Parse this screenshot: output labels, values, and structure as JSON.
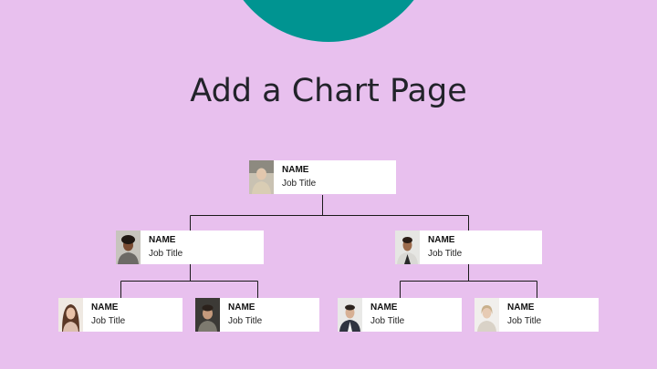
{
  "slide": {
    "title": "Add a Chart Page",
    "accent_color": "#009491",
    "background_color": "#e8c0ee"
  },
  "org_chart": {
    "nodes": [
      {
        "id": "root",
        "name": "NAME",
        "job": "Job Title",
        "parent": null
      },
      {
        "id": "left",
        "name": "NAME",
        "job": "Job Title",
        "parent": "root"
      },
      {
        "id": "right",
        "name": "NAME",
        "job": "Job Title",
        "parent": "root"
      },
      {
        "id": "ll",
        "name": "NAME",
        "job": "Job Title",
        "parent": "left"
      },
      {
        "id": "lr",
        "name": "NAME",
        "job": "Job Title",
        "parent": "left"
      },
      {
        "id": "rl",
        "name": "NAME",
        "job": "Job Title",
        "parent": "right"
      },
      {
        "id": "rr",
        "name": "NAME",
        "job": "Job Title",
        "parent": "right"
      }
    ]
  }
}
